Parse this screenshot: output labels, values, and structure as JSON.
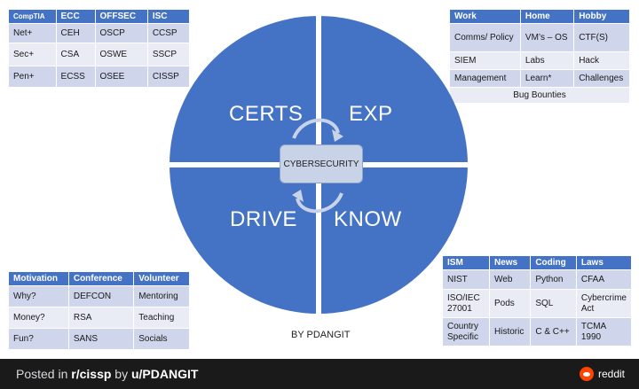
{
  "certs_table": {
    "headers": [
      "CompTIA",
      "ECC",
      "OFFSEC",
      "ISC"
    ],
    "rows": [
      [
        "Net+",
        "CEH",
        "OSCP",
        "CCSP"
      ],
      [
        "Sec+",
        "CSA",
        "OSWE",
        "SSCP"
      ],
      [
        "Pen+",
        "ECSS",
        "OSEE",
        "CISSP"
      ]
    ]
  },
  "exp_table": {
    "headers": [
      "Work",
      "Home",
      "Hobby"
    ],
    "rows": [
      [
        "Comms/ Policy",
        "VM’s – OS",
        "CTF(S)"
      ],
      [
        "SIEM",
        "Labs",
        "Hack"
      ],
      [
        "Management",
        "Learn*",
        "Challenges"
      ]
    ],
    "footer": "Bug Bounties"
  },
  "drive_table": {
    "headers": [
      "Motivation",
      "Conference",
      "Volunteer"
    ],
    "rows": [
      [
        "Why?",
        "DEFCON",
        "Mentoring"
      ],
      [
        "Money?",
        "RSA",
        "Teaching"
      ],
      [
        "Fun?",
        "SANS",
        "Socials"
      ]
    ]
  },
  "know_table": {
    "headers": [
      "ISM",
      "News",
      "Coding",
      "Laws"
    ],
    "rows": [
      [
        "NIST",
        "Web",
        "Python",
        "CFAA"
      ],
      [
        "ISO/IEC 27001",
        "Pods",
        "SQL",
        "Cybercrime Act"
      ],
      [
        "Country Specific",
        "Historic",
        "C & C++",
        "TCMA 1990"
      ]
    ]
  },
  "diagram": {
    "quadrants": {
      "top_left": "CERTS",
      "top_right": "EXP",
      "bottom_left": "DRIVE",
      "bottom_right": "KNOW"
    },
    "center": "CYBERSECURITY",
    "byline": "BY PDANGIT",
    "circle_color": "#4472c4"
  },
  "footer": {
    "posted_in": "Posted in ",
    "subreddit": "r/cissp",
    "by": " by ",
    "user": "u/PDANGIT",
    "brand": "reddit"
  }
}
